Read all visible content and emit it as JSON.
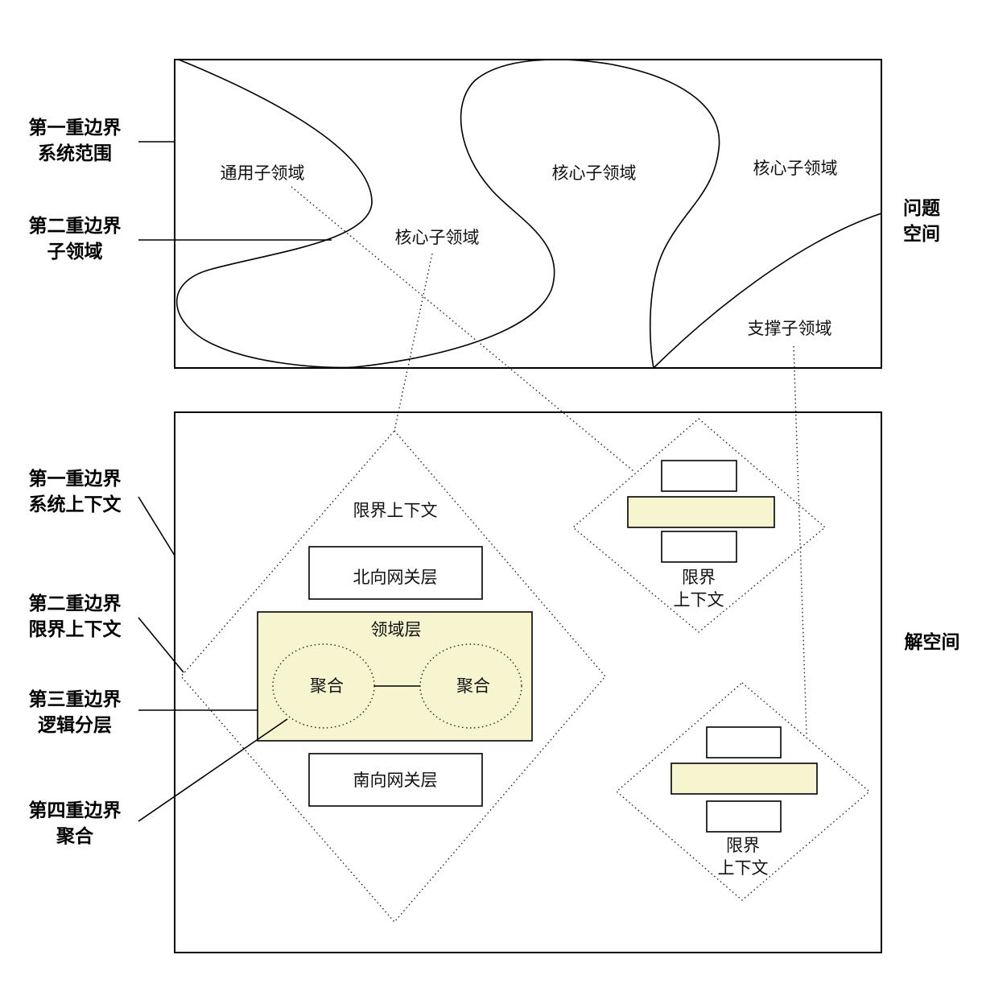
{
  "left_labels": {
    "b1_line1": "第一重边界",
    "b1_line2": "系统范围",
    "b2_line1": "第二重边界",
    "b2_line2": "子领域",
    "s1_line1": "第一重边界",
    "s1_line2": "系统上下文",
    "s2_line1": "第二重边界",
    "s2_line2": "限界上下文",
    "s3_line1": "第三重边界",
    "s3_line2": "逻辑分层",
    "s4_line1": "第四重边界",
    "s4_line2": "聚合"
  },
  "right_labels": {
    "problem_line1": "问题",
    "problem_line2": "空间",
    "solution": "解空间"
  },
  "problem_space": {
    "generic": "通用子领域",
    "core_a": "核心子领域",
    "core_b": "核心子领域",
    "core_c": "核心子领域",
    "support": "支撑子领域"
  },
  "solution_space": {
    "main_context": "限界上下文",
    "north_gateway": "北向网关层",
    "domain_layer": "领域层",
    "aggregate_left": "聚合",
    "aggregate_right": "聚合",
    "south_gateway": "南向网关层",
    "small_ctx1_line1": "限界",
    "small_ctx1_line2": "上下文",
    "small_ctx2_line1": "限界",
    "small_ctx2_line2": "上下文"
  },
  "colors": {
    "yellow_fill": "#f6f5cf",
    "stroke": "#000000"
  }
}
